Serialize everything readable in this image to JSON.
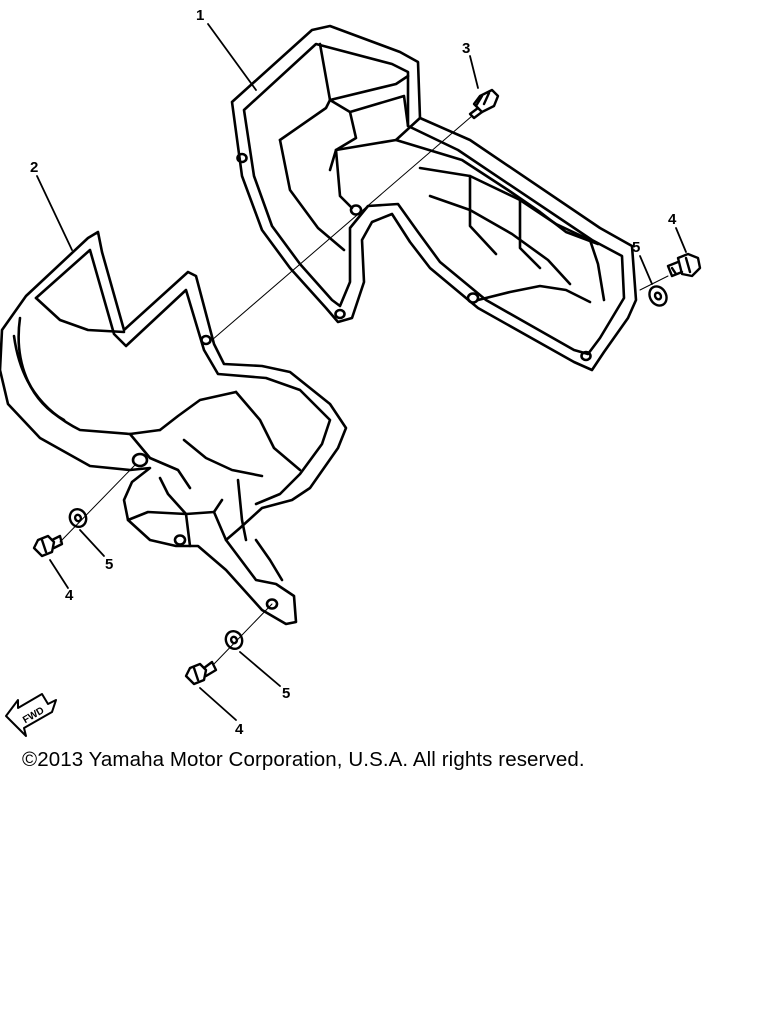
{
  "diagram": {
    "parts": [
      {
        "ref": "1"
      },
      {
        "ref": "2"
      },
      {
        "ref": "3"
      },
      {
        "ref": "4"
      },
      {
        "ref": "5"
      }
    ],
    "callouts": {
      "part_1": "1",
      "part_2": "2",
      "part_3": "3",
      "part_4_right": "4",
      "part_5_right": "5",
      "part_5_left": "5",
      "part_4_left": "4",
      "part_5_bottom": "5",
      "part_4_bottom": "4"
    },
    "direction_marker": "FWD"
  },
  "footer": {
    "copyright": "©2013 Yamaha Motor Corporation, U.S.A. All rights reserved."
  }
}
